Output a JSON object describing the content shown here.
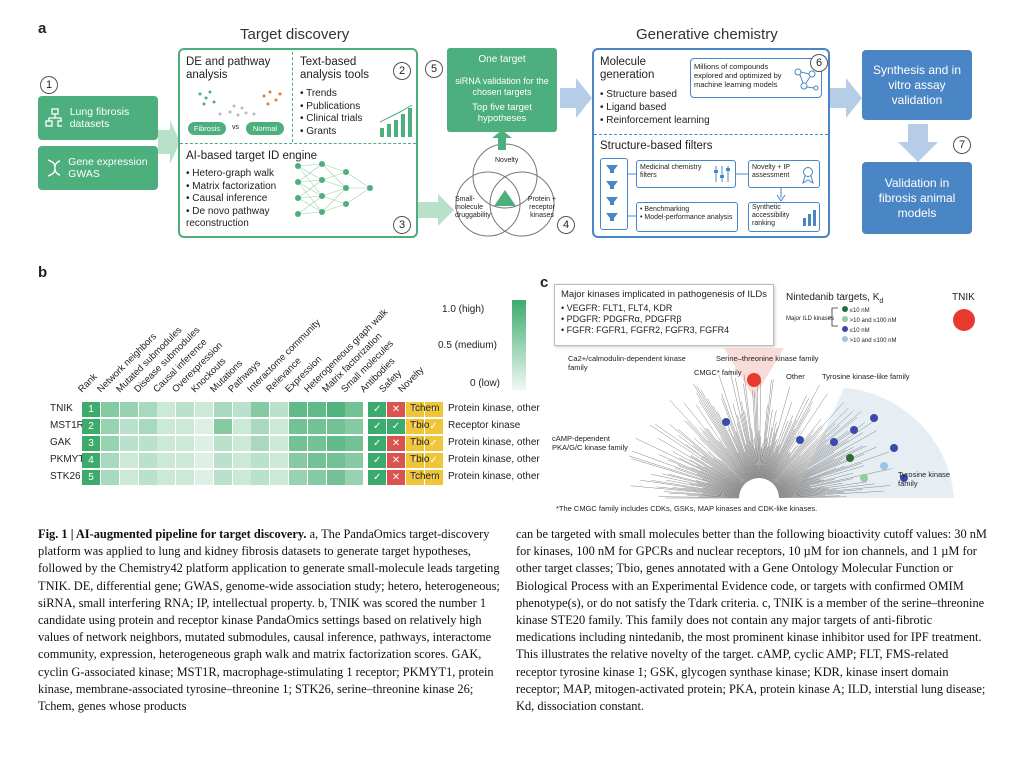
{
  "panel_a": {
    "letter": "a",
    "target_discovery_title": "Target discovery",
    "generative_chemistry_title": "Generative chemistry",
    "step1": "1",
    "lung_datasets": "Lung fibrosis datasets",
    "gene_expression": "Gene expression GWAS",
    "de_title": "DE and pathway analysis",
    "fibrosis_label": "Fibrosis",
    "vs_label": "vs",
    "normal_label": "Normal",
    "text_tools_title": "Text-based analysis tools",
    "text_tools_items": [
      "Trends",
      "Publications",
      "Clinical trials",
      "Grants"
    ],
    "step2": "2",
    "ai_engine_title": "AI-based target ID engine",
    "ai_engine_items": [
      "Hetero-graph walk",
      "Matrix factorization",
      "Causal inference",
      "De novo pathway reconstruction"
    ],
    "step3": "3",
    "step4": "4",
    "step5": "5",
    "one_target": "One target",
    "sirna": "siRNA validation for the chosen targets",
    "top_five": "Top five target hypotheses",
    "venn_novelty": "Novelty",
    "venn_druggability": "Small-molecule druggability",
    "venn_kinases": "Protein + receptor kinases",
    "mol_gen_title": "Molecule generation",
    "mol_gen_items": [
      "Structure based",
      "Ligand based",
      "Reinforcement learning"
    ],
    "millions_text": "Millions of compounds explored and optimized by machine learning models",
    "step6": "6",
    "struct_filters_title": "Structure-based filters",
    "medchem": "Medicinal chemistry filters",
    "novelty_ip": "Novelty + IP assessment",
    "benchmarking": "Benchmarking",
    "model_perf": "Model-performance analysis",
    "synthetic": "Synthetic accessibility ranking",
    "synthesis": "Synthesis and in vitro assay validation",
    "step7": "7",
    "validation": "Validation in fibrosis animal models"
  },
  "panel_b": {
    "letter": "b",
    "columns": [
      "Rank",
      "Network neighbors",
      "Mutated submodules",
      "Disease submodules",
      "Causal inference",
      "Overexpression",
      "Knockouts",
      "Mutations",
      "Pathways",
      "Interactome community",
      "Relevance",
      "Expression",
      "Heterogeneous graph walk",
      "Matrix factorization",
      "Small molecules",
      "Antibodies",
      "Safety",
      "Novelty"
    ],
    "legend_high": "1.0 (high)",
    "legend_medium": "0.5 (medium)",
    "legend_low": "0 (low)",
    "rows": [
      {
        "gene": "TNIK",
        "rank": "1",
        "tdl": "Tchem",
        "family": "Protein kinase, other",
        "vals": [
          0.6,
          0.5,
          0.4,
          0.2,
          0.3,
          0.2,
          0.4,
          0.3,
          0.6,
          0.3,
          0.8,
          0.8,
          0.9,
          0.7
        ],
        "flags": [
          "check",
          "cross",
          "check",
          "check"
        ]
      },
      {
        "gene": "MST1R",
        "rank": "2",
        "tdl": "Tbio",
        "family": "Receptor kinase",
        "vals": [
          0.5,
          0.3,
          0.4,
          0.2,
          0.2,
          0.1,
          0.6,
          0.2,
          0.4,
          0.2,
          0.7,
          0.7,
          0.7,
          0.6
        ],
        "flags": [
          "check",
          "check",
          "check",
          "check"
        ]
      },
      {
        "gene": "GAK",
        "rank": "3",
        "tdl": "Tbio",
        "family": "Protein kinase, other",
        "vals": [
          0.5,
          0.3,
          0.3,
          0.2,
          0.2,
          0.1,
          0.3,
          0.2,
          0.4,
          0.2,
          0.7,
          0.7,
          0.8,
          0.7
        ],
        "flags": [
          "check",
          "cross",
          "check",
          "check"
        ]
      },
      {
        "gene": "PKMYT1",
        "rank": "4",
        "tdl": "Tbio",
        "family": "Protein kinase, other",
        "vals": [
          0.4,
          0.2,
          0.3,
          0.2,
          0.2,
          0.1,
          0.3,
          0.2,
          0.3,
          0.2,
          0.6,
          0.7,
          0.7,
          0.6
        ],
        "flags": [
          "check",
          "cross",
          "check",
          "check"
        ]
      },
      {
        "gene": "STK26",
        "rank": "5",
        "tdl": "Tchem",
        "family": "Protein kinase, other",
        "vals": [
          0.4,
          0.2,
          0.3,
          0.2,
          0.2,
          0.1,
          0.3,
          0.2,
          0.3,
          0.2,
          0.5,
          0.6,
          0.7,
          0.5
        ],
        "flags": [
          "check",
          "cross",
          "check",
          "check"
        ]
      }
    ]
  },
  "panel_c": {
    "letter": "c",
    "ild_title": "Major kinases implicated in pathogenesis of ILDs",
    "ild_items": [
      "VEGFR: FLT1, FLT4, KDR",
      "PDGFR: PDGFRα, PDGFRβ",
      "FGFR: FGFR1, FGFR2, FGFR3, FGFR4"
    ],
    "nintedanib_title": "Nintedanib targets, K",
    "nintedanib_sub": "d",
    "major_ild_kinases": "Major ILD kinases",
    "legend_items": [
      "≤10 nM",
      ">10 and ≤100 nM",
      "≤10 nM",
      ">10 and ≤100 nM"
    ],
    "tnik_label": "TNIK",
    "families": [
      "Ca2+/calmodulin-dependent kinase family",
      "Serine–threonine kinase family",
      "CMGC* family",
      "Other",
      "Tyrosine kinase-like family",
      "cAMP-dependent PKA/G/C kinase family",
      "Tyrosine kinase family"
    ],
    "footnote": "*The CMGC family includes CDKs, GSKs, MAP kinases and CDK-like kinases."
  },
  "caption": {
    "bold_lead": "Fig. 1 | AI-augmented pipeline for target discovery.",
    "left_text": " a, The PandaOmics target-discovery platform was applied to lung and kidney fibrosis datasets to generate target hypotheses, followed by the Chemistry42 platform application to generate small-molecule leads targeting TNIK. DE, differential gene; GWAS, genome-wide association study; hetero, heterogeneous; siRNA, small interfering RNA; IP, intellectual property. b, TNIK was scored the number 1 candidate using protein and receptor kinase PandaOmics settings based on relatively high values of network neighbors, mutated submodules, causal inference, pathways, interactome community, expression, heterogeneous graph walk and matrix factorization scores. GAK, cyclin G-associated kinase; MST1R, macrophage-stimulating 1 receptor; PKMYT1, protein kinase, membrane-associated tyrosine–threonine 1; STK26, serine–threonine kinase 26; Tchem, genes whose products",
    "right_text": "can be targeted with small molecules better than the following bioactivity cutoff values: 30 nM for kinases, 100 nM for GPCRs and nuclear receptors, 10 µM for ion channels, and 1 µM for other target classes; Tbio, genes annotated with a Gene Ontology Molecular Function or Biological Process with an Experimental Evidence code, or targets with confirmed OMIM phenotype(s), or do not satisfy the Tdark criteria. c, TNIK is a member of the serine–threonine kinase STE20 family. This family does not contain any major targets of anti-fibrotic medications including nintedanib, the most prominent kinase inhibitor used for IPF treatment. This illustrates the relative novelty of the target. cAMP, cyclic AMP; FLT, FMS-related receptor tyrosine kinase 1; GSK, glycogen synthase kinase; KDR, kinase insert domain receptor; MAP, mitogen-activated protein; PKA, protein kinase A; ILD, interstial lung disease; Kd, dissociation constant."
  }
}
